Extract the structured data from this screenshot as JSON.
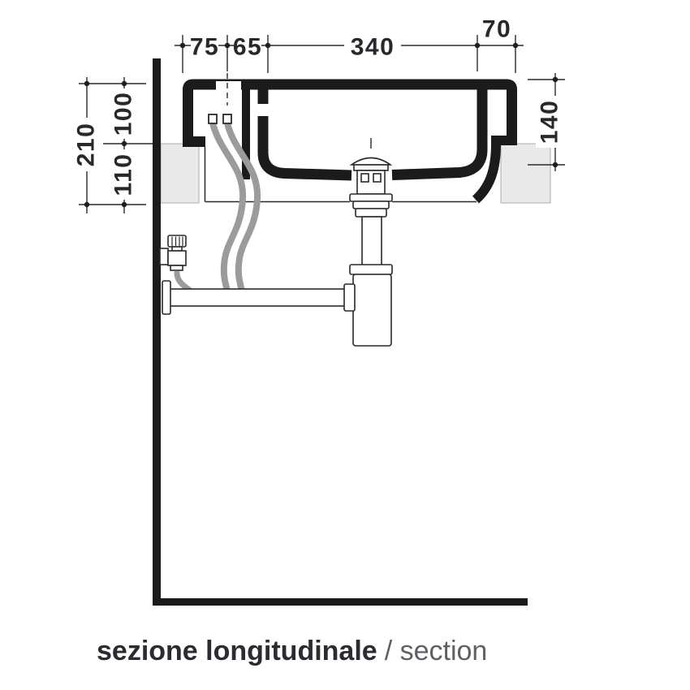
{
  "figure": {
    "type": "technical-section-drawing",
    "subject": "wall-hung washbasin longitudinal section with supply hoses, angle valve and bottle trap",
    "colors": {
      "cut_material": "#1b1b1d",
      "dimension_lines": "#2a2a2e",
      "hoses": "#9b9b9b",
      "wall_bracket_fill": "#e9e9e9",
      "wall_bracket_stroke": "#acacac"
    },
    "dimensions": {
      "top": [
        {
          "label": "75"
        },
        {
          "label": "65"
        },
        {
          "label": "340"
        },
        {
          "label": "70"
        }
      ],
      "left": [
        {
          "label": "210"
        },
        {
          "label": "100"
        },
        {
          "label": "110"
        }
      ],
      "right": [
        {
          "label": "140"
        }
      ]
    }
  },
  "caption": {
    "primary": "sezione longitudinale",
    "secondary": "/ section"
  }
}
